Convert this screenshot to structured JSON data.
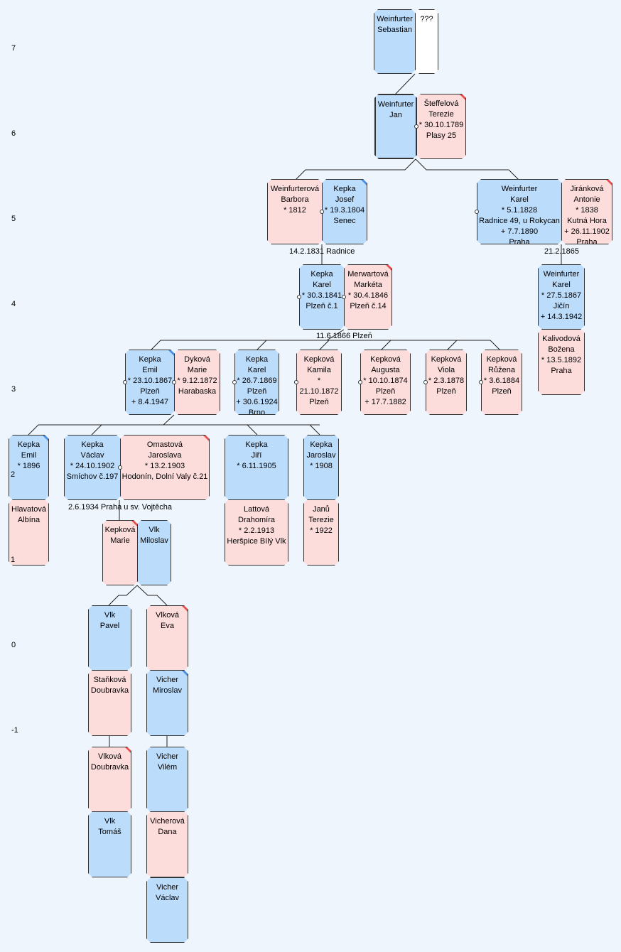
{
  "generation_labels": [
    "7",
    "6",
    "5",
    "4",
    "3",
    "2",
    "1",
    "0",
    "-1"
  ],
  "persons": {
    "sebastian": {
      "sex": "m",
      "lines": [
        "Weinfurter",
        "Sebastian"
      ]
    },
    "unknown": {
      "sex": "u",
      "lines": [
        "???"
      ]
    },
    "jan": {
      "sex": "m",
      "lines": [
        "Weinfurter",
        "Jan"
      ]
    },
    "terezie_s": {
      "sex": "f",
      "lines": [
        "Šteffelová",
        "Terezie",
        "* 30.10.1789",
        "Plasy 25"
      ]
    },
    "barbora": {
      "sex": "f",
      "lines": [
        "Weinfurterová",
        "Barbora",
        "* 1812"
      ]
    },
    "josef": {
      "sex": "m",
      "lines": [
        "Kepka",
        "Josef",
        "* 19.3.1804",
        "Senec"
      ]
    },
    "karel_w": {
      "sex": "m",
      "lines": [
        "Weinfurter",
        "Karel",
        "* 5.1.1828",
        "Radnice 49, u Rokycan",
        "+ 7.7.1890",
        "Praha"
      ]
    },
    "antonie": {
      "sex": "f",
      "lines": [
        "Jiránková",
        "Antonie",
        "* 1838",
        "Kutná Hora",
        "+ 26.11.1902",
        "Praha"
      ]
    },
    "karel_k": {
      "sex": "m",
      "lines": [
        "Kepka",
        "Karel",
        "* 30.3.1841",
        "Plzeň č.1"
      ]
    },
    "marketa": {
      "sex": "f",
      "lines": [
        "Merwartová",
        "Markéta",
        "* 30.4.1846",
        "Plzeň č.14"
      ]
    },
    "karel_w2": {
      "sex": "m",
      "lines": [
        "Weinfurter",
        "Karel",
        "* 27.5.1867",
        "Jičín",
        "+ 14.3.1942"
      ]
    },
    "bozena": {
      "sex": "f",
      "lines": [
        "Kalivodová",
        "Božena",
        "* 13.5.1892",
        "Praha"
      ]
    },
    "emil": {
      "sex": "m",
      "lines": [
        "Kepka",
        "Emil",
        "* 23.10.1867",
        "Plzeň",
        "+ 8.4.1947"
      ]
    },
    "marie_d": {
      "sex": "f",
      "lines": [
        "Dyková",
        "Marie",
        "* 9.12.1872",
        "Harabaska"
      ]
    },
    "karel_k2": {
      "sex": "m",
      "lines": [
        "Kepka",
        "Karel",
        "* 26.7.1869",
        "Plzeň",
        "+ 30.6.1924",
        "Brno"
      ]
    },
    "kamila": {
      "sex": "f",
      "lines": [
        "Kepková",
        "Kamila",
        "* 21.10.1872",
        "Plzeň"
      ]
    },
    "augusta": {
      "sex": "f",
      "lines": [
        "Kepková",
        "Augusta",
        "* 10.10.1874",
        "Plzeň",
        "+ 17.7.1882"
      ]
    },
    "viola": {
      "sex": "f",
      "lines": [
        "Kepková",
        "Viola",
        "* 2.3.1878",
        "Plzeň"
      ]
    },
    "ruzena": {
      "sex": "f",
      "lines": [
        "Kepková",
        "Růžena",
        "* 3.6.1884",
        "Plzeň"
      ]
    },
    "emil2": {
      "sex": "m",
      "lines": [
        "Kepka",
        "Emil",
        "* 1896"
      ]
    },
    "albina": {
      "sex": "f",
      "lines": [
        "Hlavatová",
        "Albína"
      ]
    },
    "vaclav": {
      "sex": "m",
      "lines": [
        "Kepka",
        "Václav",
        "* 24.10.1902",
        "Smíchov č.197"
      ]
    },
    "jaroslava": {
      "sex": "f",
      "lines": [
        "Omastová",
        "Jaroslava",
        "* 13.2.1903",
        "Hodonín, Dolní Valy č.21"
      ]
    },
    "jiri": {
      "sex": "m",
      "lines": [
        "Kepka",
        "Jiří",
        "* 6.11.1905"
      ]
    },
    "drahomira": {
      "sex": "f",
      "lines": [
        "Lattová",
        "Drahomíra",
        "* 2.2.1913",
        "Heršpice Bílý Vlk"
      ]
    },
    "jaroslav": {
      "sex": "m",
      "lines": [
        "Kepka",
        "Jaroslav",
        "* 1908"
      ]
    },
    "terezie_j": {
      "sex": "f",
      "lines": [
        "Janů",
        "Terezie",
        "* 1922"
      ]
    },
    "marie_k": {
      "sex": "f",
      "lines": [
        "Kepková",
        "Marie"
      ]
    },
    "miloslav": {
      "sex": "m",
      "lines": [
        "Vlk",
        "Miloslav"
      ]
    },
    "pavel": {
      "sex": "m",
      "lines": [
        "Vlk",
        "Pavel"
      ]
    },
    "doubravka_s": {
      "sex": "f",
      "lines": [
        "Staňková",
        "Doubravka"
      ]
    },
    "eva": {
      "sex": "f",
      "lines": [
        "Vlková",
        "Eva"
      ]
    },
    "miroslav": {
      "sex": "m",
      "lines": [
        "Vicher",
        "Miroslav"
      ]
    },
    "doubravka_v": {
      "sex": "f",
      "lines": [
        "Vlková",
        "Doubravka"
      ]
    },
    "tomas": {
      "sex": "m",
      "lines": [
        "Vlk",
        "Tomáš"
      ]
    },
    "vilem": {
      "sex": "m",
      "lines": [
        "Vicher",
        "Vilém"
      ]
    },
    "dana": {
      "sex": "f",
      "lines": [
        "Vicherová",
        "Dana"
      ]
    },
    "vaclav_v": {
      "sex": "m",
      "lines": [
        "Vicher",
        "Václav"
      ]
    }
  },
  "marriage_labels": {
    "josef_barbora": "14.2.1831 Radnice",
    "karel_antonie": "21.2.1865",
    "karel_marketa": "11.6.1866 Plzeň",
    "vaclav_jaroslava": "2.6.1934 Praha u sv. Vojtěcha"
  },
  "marriage_numbers": {
    "first": "2",
    "second": "1"
  }
}
